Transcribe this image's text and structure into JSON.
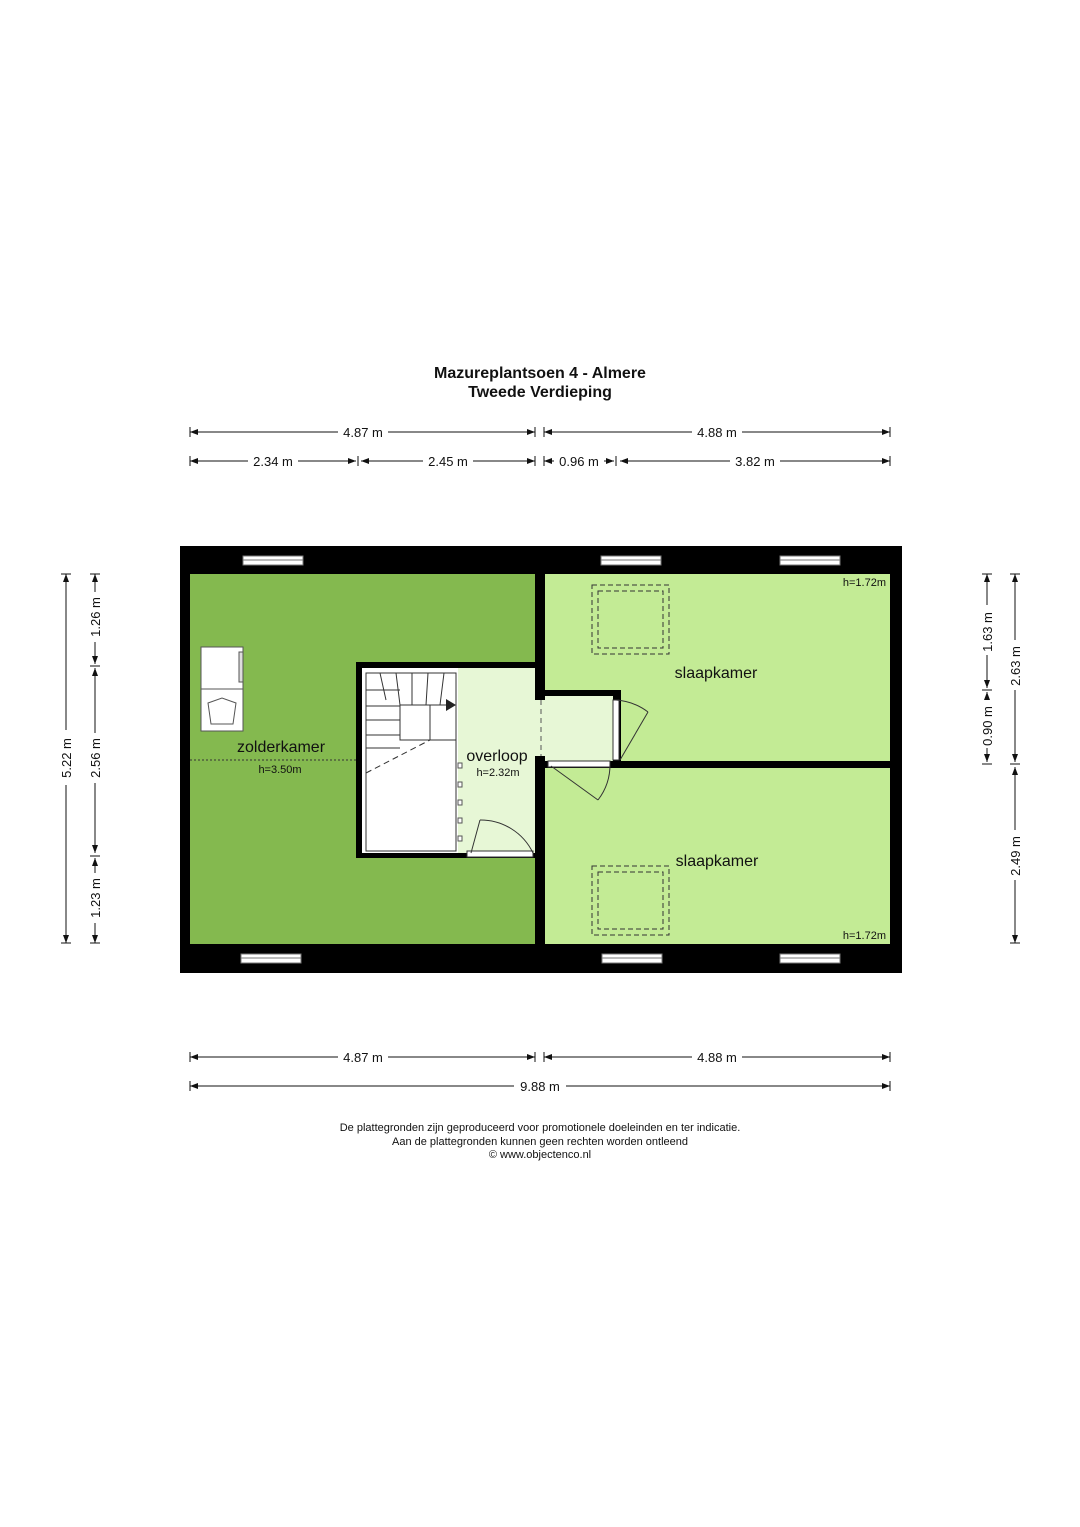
{
  "header": {
    "title": "Mazureplantsoen 4 - Almere",
    "subtitle": "Tweede Verdieping"
  },
  "dimensions": {
    "top_row1_left": "4.87 m",
    "top_row1_right": "4.88 m",
    "top_row2_a": "2.34 m",
    "top_row2_b": "2.45 m",
    "top_row2_c": "0.96 m",
    "top_row2_d": "3.82 m",
    "left_outer": "5.22 m",
    "left_inner_top": "1.26 m",
    "left_inner_mid": "2.56 m",
    "left_inner_bottom": "1.23 m",
    "right_inner_top": "1.63 m",
    "right_inner_mid": "0.90 m",
    "right_outer_top": "2.63 m",
    "right_outer_bottom": "2.49 m",
    "bottom_row1_left": "4.87 m",
    "bottom_row1_right": "4.88 m",
    "bottom_total": "9.88 m"
  },
  "rooms": {
    "zolderkamer": {
      "label": "zolderkamer",
      "height": "h=3.50m"
    },
    "overloop": {
      "label": "overloop",
      "height": "h=2.32m"
    },
    "slaapkamer_top": {
      "label": "slaapkamer",
      "height": "h=1.72m"
    },
    "slaapkamer_bottom": {
      "label": "slaapkamer",
      "height": "h=1.72m"
    }
  },
  "colors": {
    "wall": "#000000",
    "zolderkamer": "#84b94f",
    "slaapkamer": "#c3eb95",
    "overloop": "#e7f7d6",
    "stair": "#ffffff"
  },
  "footer": {
    "line1": "De plattegronden zijn geproduceerd voor promotionele doeleinden en ter indicatie.",
    "line2": "Aan de plattegronden kunnen geen rechten worden ontleend",
    "line3": "© www.objectenco.nl"
  }
}
